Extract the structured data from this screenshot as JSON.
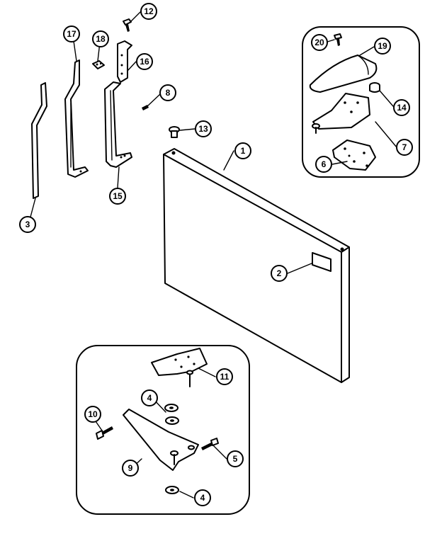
{
  "diagram": {
    "part_labels": {
      "p1": "1",
      "p2": "2",
      "p3": "3",
      "p4a": "4",
      "p4b": "4",
      "p5": "5",
      "p6": "6",
      "p7": "7",
      "p8": "8",
      "p9": "9",
      "p10": "10",
      "p11": "11",
      "p12": "12",
      "p13": "13",
      "p14": "14",
      "p15": "15",
      "p16": "16",
      "p17": "17",
      "p18": "18",
      "p19": "19",
      "p20": "20"
    },
    "detail_views": [
      "hinge-top-detail",
      "hinge-bottom-detail"
    ]
  },
  "colors": {
    "ink": "#000000",
    "paper": "#ffffff"
  }
}
